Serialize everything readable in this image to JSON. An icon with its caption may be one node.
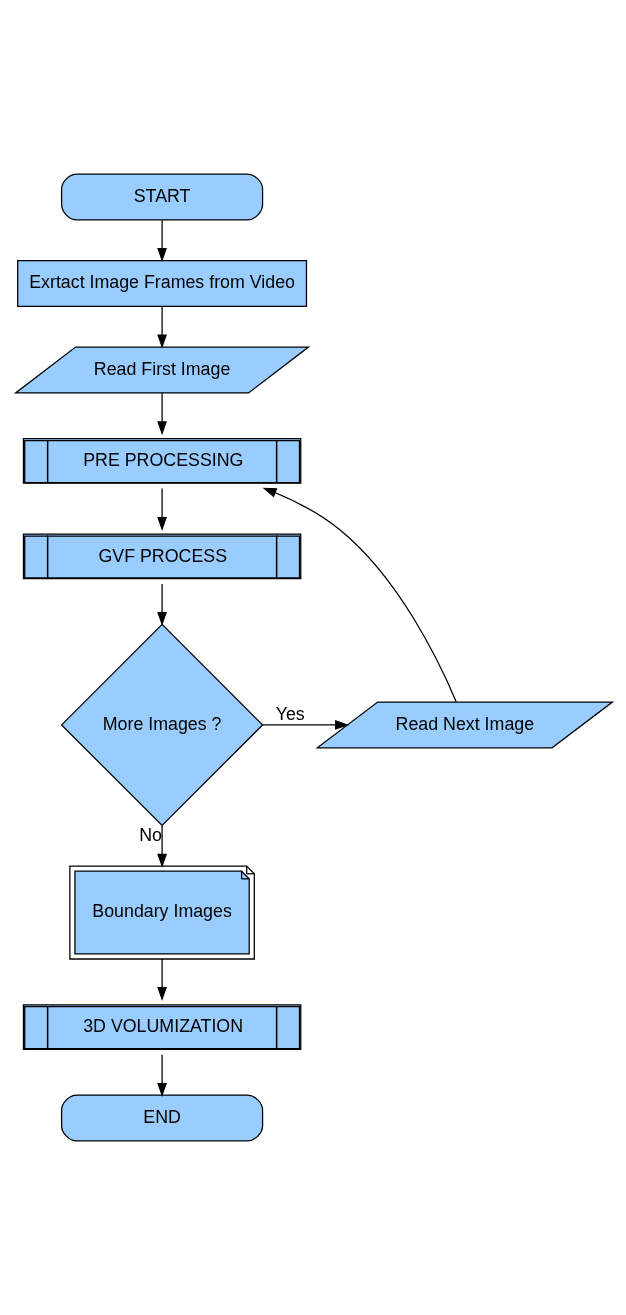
{
  "diagram": {
    "nodes": [
      {
        "text": [
          "START"
        ]
      },
      {
        "text": [
          "Exrtact Image Frames from Video"
        ]
      },
      {
        "text": [
          "Read First Image"
        ]
      },
      {
        "text": [
          "PRE PROCESSING"
        ]
      },
      {
        "text": [
          "GVF PROCESS"
        ]
      },
      {
        "text": [
          "More Images ?"
        ]
      },
      {
        "text": [
          "Read Next Image"
        ]
      },
      {
        "text": [
          "Boundary Images"
        ]
      },
      {
        "text": [
          "3D VOLUMIZATION"
        ]
      },
      {
        "text": [
          "END"
        ]
      }
    ],
    "edges": [
      {
        "from": 0,
        "to": 1,
        "arrow": "to"
      },
      {
        "from": 1,
        "to": 2,
        "arrow": "to"
      },
      {
        "from": 2,
        "to": 3,
        "arrow": "to"
      },
      {
        "from": 3,
        "to": 4,
        "arrow": "to"
      },
      {
        "from": 4,
        "to": 5,
        "arrow": "to"
      },
      {
        "from": 5,
        "to": 6,
        "arrow": "to",
        "label": "Yes"
      },
      {
        "from": 6,
        "to": 3,
        "arrow": "to"
      },
      {
        "from": 5,
        "to": 7,
        "arrow": "to",
        "label": "No"
      },
      {
        "from": 7,
        "to": 8,
        "arrow": "to"
      },
      {
        "from": 8,
        "to": 9,
        "arrow": "to"
      }
    ]
  }
}
